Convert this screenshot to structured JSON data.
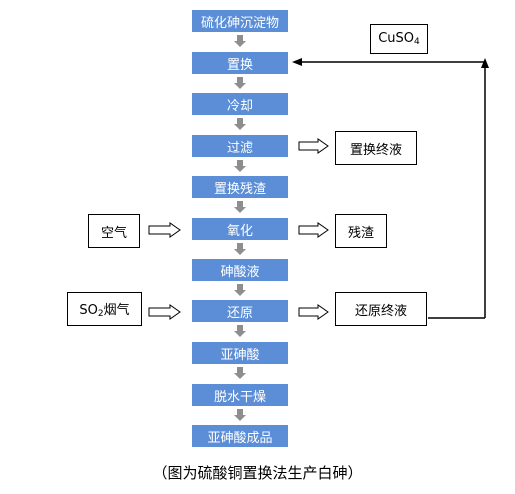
{
  "steps": [
    "硫化砷沉淀物",
    "置换",
    "冷却",
    "过滤",
    "置换残渣",
    "氧化",
    "砷酸液",
    "还原",
    "亚砷酸",
    "脱水干燥",
    "亚砷酸成品"
  ],
  "inputs": {
    "air": "空气",
    "so2_prefix": "SO",
    "so2_sub": "2",
    "so2_suffix": "烟气"
  },
  "outputs": {
    "displacement_final": "置换终液",
    "residue": "残渣",
    "reduction_final": "还原终液"
  },
  "reagent": {
    "prefix": "CuSO",
    "sub": "4"
  },
  "caption": "（图为硫酸铜置换法生产白砷）",
  "colors": {
    "step_fill": "#5b8ed6",
    "step_text": "#ffffff",
    "connector_arrow": "#8e8e8e",
    "line": "#000000"
  }
}
